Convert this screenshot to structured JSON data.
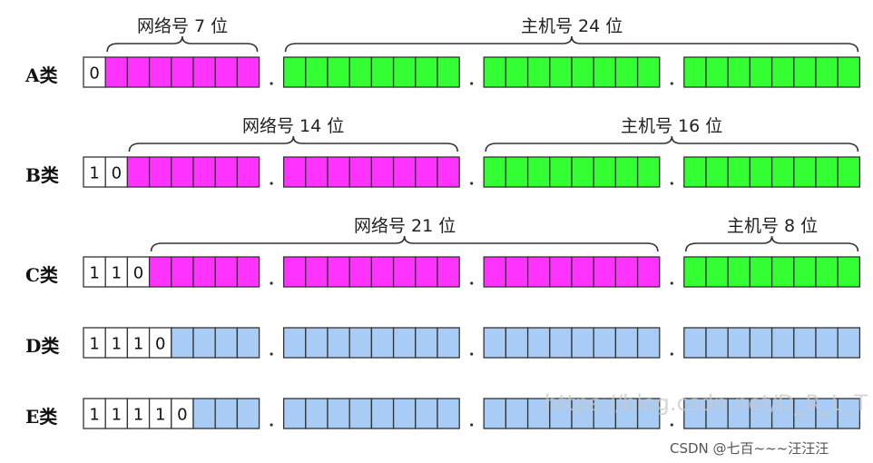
{
  "colors": {
    "network": "#ff33ff",
    "host": "#33ff33",
    "reserved": "#a8ccf5",
    "prefix": "#ffffff",
    "border": "#333333"
  },
  "rows": [
    {
      "label": "A类",
      "prefix": [
        "0"
      ],
      "network_bits": 7,
      "host_bits": 24,
      "reserved_bits": 0,
      "braces": [
        {
          "label": "网络号 7 位",
          "from_bit": 1,
          "to_bit": 7
        },
        {
          "label": "主机号 24 位",
          "from_bit": 8,
          "to_bit": 31
        }
      ]
    },
    {
      "label": "B类",
      "prefix": [
        "1",
        "0"
      ],
      "network_bits": 14,
      "host_bits": 16,
      "reserved_bits": 0,
      "braces": [
        {
          "label": "网络号 14 位",
          "from_bit": 2,
          "to_bit": 15
        },
        {
          "label": "主机号 16 位",
          "from_bit": 16,
          "to_bit": 31
        }
      ]
    },
    {
      "label": "C类",
      "prefix": [
        "1",
        "1",
        "0"
      ],
      "network_bits": 21,
      "host_bits": 8,
      "reserved_bits": 0,
      "braces": [
        {
          "label": "网络号 21 位",
          "from_bit": 3,
          "to_bit": 23
        },
        {
          "label": "主机号 8 位",
          "from_bit": 24,
          "to_bit": 31
        }
      ]
    },
    {
      "label": "D类",
      "prefix": [
        "1",
        "1",
        "1",
        "0"
      ],
      "network_bits": 0,
      "host_bits": 0,
      "reserved_bits": 28,
      "braces": []
    },
    {
      "label": "E类",
      "prefix": [
        "1",
        "1",
        "1",
        "1",
        "0"
      ],
      "network_bits": 0,
      "host_bits": 0,
      "reserved_bits": 27,
      "braces": []
    }
  ],
  "watermark": "https://blog.csdn.net/D_R_L_T",
  "credit": "CSDN @七百~~~汪汪汪"
}
